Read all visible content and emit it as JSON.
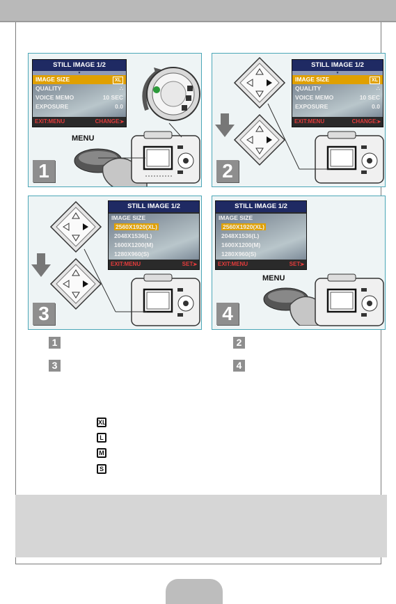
{
  "steps": [
    "1",
    "2",
    "3",
    "4"
  ],
  "menu_label": "MENU",
  "lcd_menu": {
    "title": "STILL IMAGE 1/2",
    "items": [
      {
        "label": "IMAGE SIZE",
        "value": "XL"
      },
      {
        "label": "QUALITY",
        "value": "∴"
      },
      {
        "label": "VOICE MEMO",
        "value": "10 SEC"
      },
      {
        "label": "EXPOSURE",
        "value": "0.0"
      }
    ],
    "exit": "EXIT:MENU",
    "change": "CHANGE:▸"
  },
  "lcd_size": {
    "title": "STILL IMAGE 1/2",
    "heading": "IMAGE SIZE",
    "options": [
      "2560X1920(XL)",
      "2048X1536(L)",
      "1600X1200(M)",
      "1280X960(S)"
    ],
    "exit": "EXIT:MENU",
    "set": "SET:▸"
  },
  "size_icons": [
    "XL",
    "L",
    "M",
    "S"
  ],
  "colors": {
    "selected": "#e0a000",
    "lcd_title": "#1f2a63",
    "exit_text": "#e23b3b",
    "panel_border": "#4aa6b7"
  }
}
